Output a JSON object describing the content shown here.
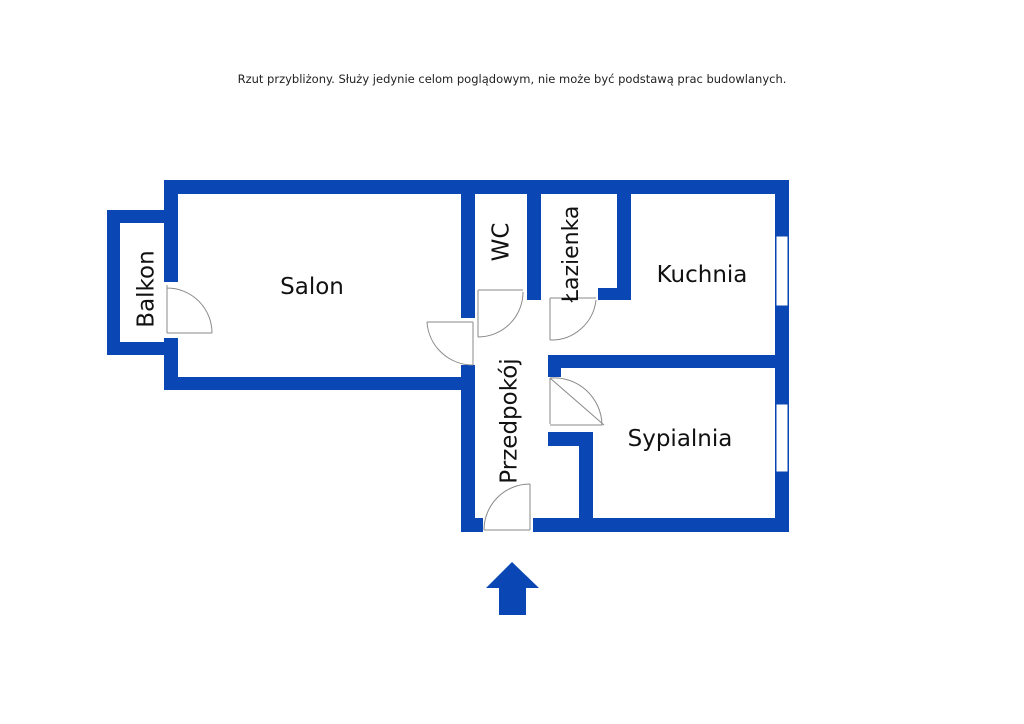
{
  "disclaimer": "Rzut przybliżony. Służy jedynie celom poglądowym, nie może być podstawą prac budowlanych.",
  "colors": {
    "wall": "#0a46b4",
    "door": "#8a8a8a",
    "window": "#ffffff"
  },
  "rooms": {
    "balcony": "Balkon",
    "living_room": "Salon",
    "wc": "WC",
    "bathroom": "Łazienka",
    "kitchen": "Kuchnia",
    "hall": "Przedpokój",
    "bedroom": "Sypialnia"
  },
  "icons": {
    "entrance": "up-arrow-icon"
  }
}
